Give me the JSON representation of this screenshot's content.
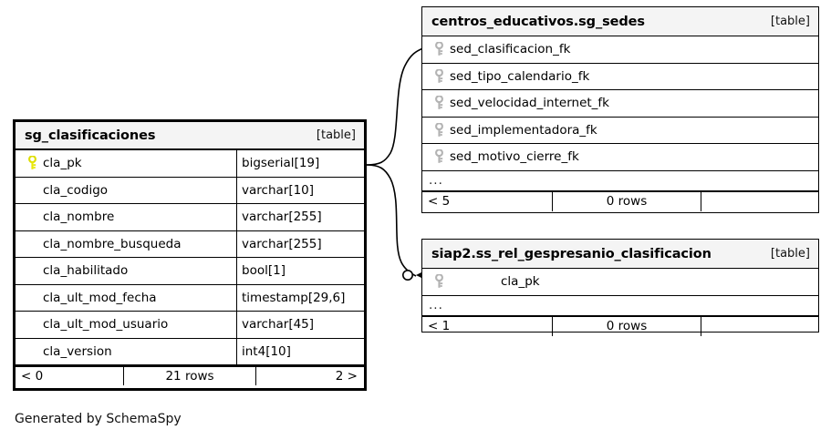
{
  "diagram": {
    "tool": "SchemaSpy",
    "credit": "Generated by SchemaSpy",
    "kind_label": "[table]",
    "more_marker": "...",
    "colors": {
      "background": "#ffffff",
      "header_fill": "#f4f4f4",
      "border": "#000000",
      "pk_key": "#e8e80b",
      "fk_key": "#b3b3b3"
    }
  },
  "tables": {
    "sg_clasificaciones": {
      "title": "sg_clasificaciones",
      "kind": "[table]",
      "columns": [
        {
          "name": "cla_pk",
          "type": "bigserial[19]",
          "key": "pk-key-icon"
        },
        {
          "name": "cla_codigo",
          "type": "varchar[10]",
          "key": "none"
        },
        {
          "name": "cla_nombre",
          "type": "varchar[255]",
          "key": "none"
        },
        {
          "name": "cla_nombre_busqueda",
          "type": "varchar[255]",
          "key": "none"
        },
        {
          "name": "cla_habilitado",
          "type": "bool[1]",
          "key": "none"
        },
        {
          "name": "cla_ult_mod_fecha",
          "type": "timestamp[29,6]",
          "key": "none"
        },
        {
          "name": "cla_ult_mod_usuario",
          "type": "varchar[45]",
          "key": "none"
        },
        {
          "name": "cla_version",
          "type": "int4[10]",
          "key": "none"
        }
      ],
      "footer": {
        "parents": "< 0",
        "rows": "21 rows",
        "children": "2 >"
      }
    },
    "sg_sedes": {
      "title": "centros_educativos.sg_sedes",
      "kind": "[table]",
      "columns": [
        {
          "name": "sed_clasificacion_fk",
          "key": "fk-key-icon"
        },
        {
          "name": "sed_tipo_calendario_fk",
          "key": "fk-key-icon"
        },
        {
          "name": "sed_velocidad_internet_fk",
          "key": "fk-key-icon"
        },
        {
          "name": "sed_implementadora_fk",
          "key": "fk-key-icon"
        },
        {
          "name": "sed_motivo_cierre_fk",
          "key": "fk-key-icon"
        }
      ],
      "more": "...",
      "footer": {
        "parents": "< 5",
        "rows": "0 rows",
        "children": ""
      }
    },
    "ss_rel_gespresanio_clasificacion": {
      "title": "siap2.ss_rel_gespresanio_clasificacion",
      "kind": "[table]",
      "columns": [
        {
          "name": "cla_pk",
          "key": "fk-key-icon"
        }
      ],
      "more": "...",
      "footer": {
        "parents": "< 1",
        "rows": "0 rows",
        "children": ""
      }
    }
  },
  "relationships": [
    {
      "from_table": "sg_clasificaciones",
      "from_column": "cla_pk",
      "to_table": "sg_sedes",
      "to_column": "sed_clasificacion_fk",
      "cardinality": "zero-or-many"
    },
    {
      "from_table": "sg_clasificaciones",
      "from_column": "cla_pk",
      "to_table": "ss_rel_gespresanio_clasificacion",
      "to_column": "cla_pk",
      "cardinality": "zero-or-many"
    }
  ]
}
